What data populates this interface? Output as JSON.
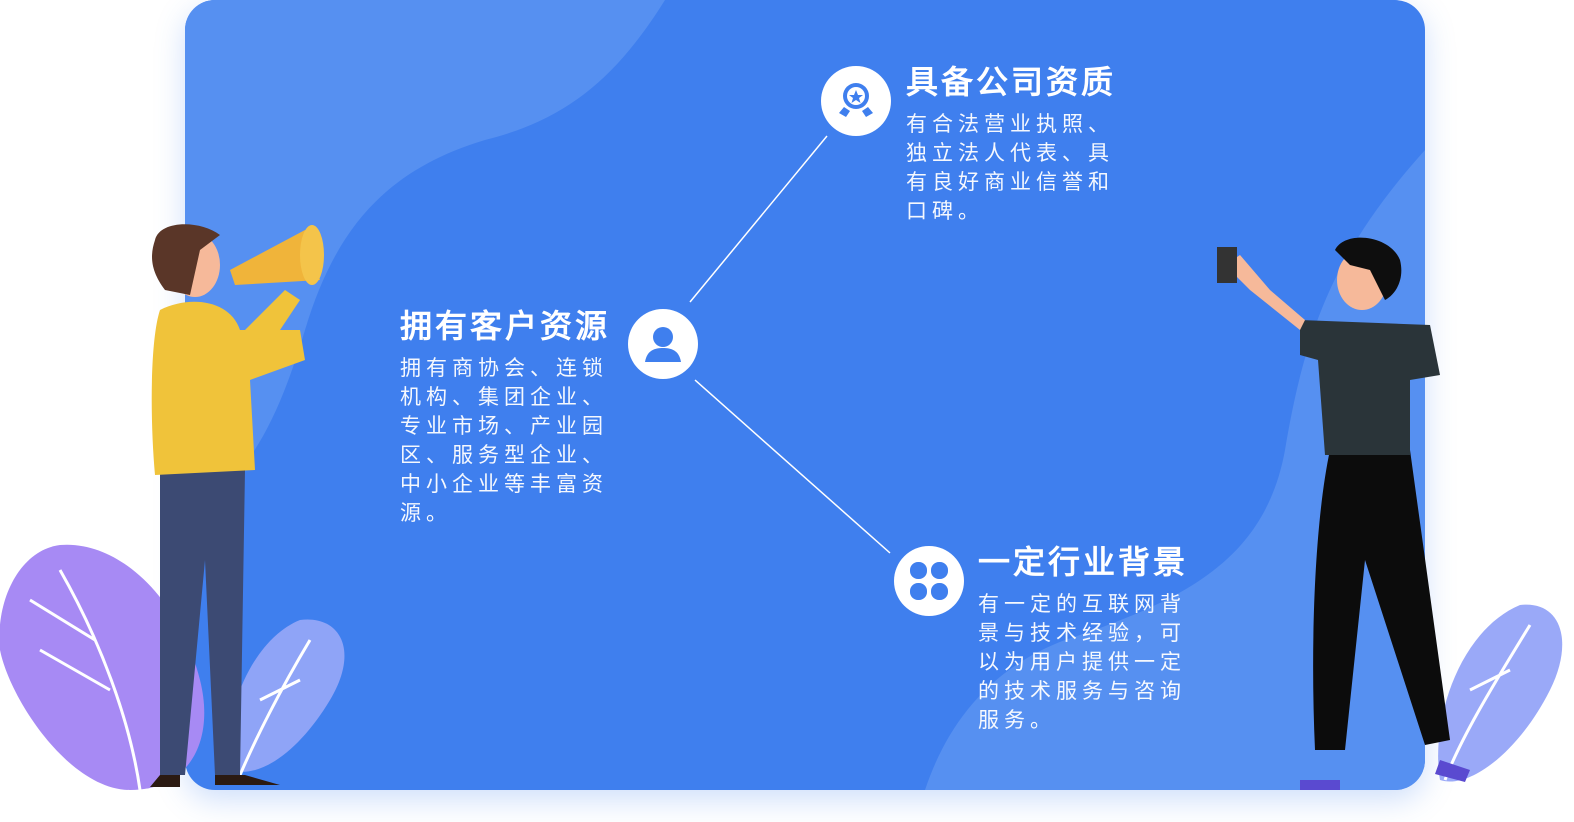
{
  "colors": {
    "card": "#3f7fee",
    "card_light": "#5a92f1",
    "leaf": "#a88af5",
    "node": "#ffffff"
  },
  "features": [
    {
      "title": "拥有客户资源",
      "desc": "拥有商协会、连锁机构、集团企业、专业市场、产业园区、服务型企业、中小企业等丰富资源。",
      "icon": "user-icon"
    },
    {
      "title": "具备公司资质",
      "desc": "有合法营业执照、独立法人代表、具有良好商业信誉和口碑。",
      "icon": "award-medal-icon"
    },
    {
      "title": "一定行业背景",
      "desc": "有一定的互联网背景与技术经验，可以为用户提供一定的技术服务与咨询服务。",
      "icon": "clover-grid-icon"
    }
  ]
}
